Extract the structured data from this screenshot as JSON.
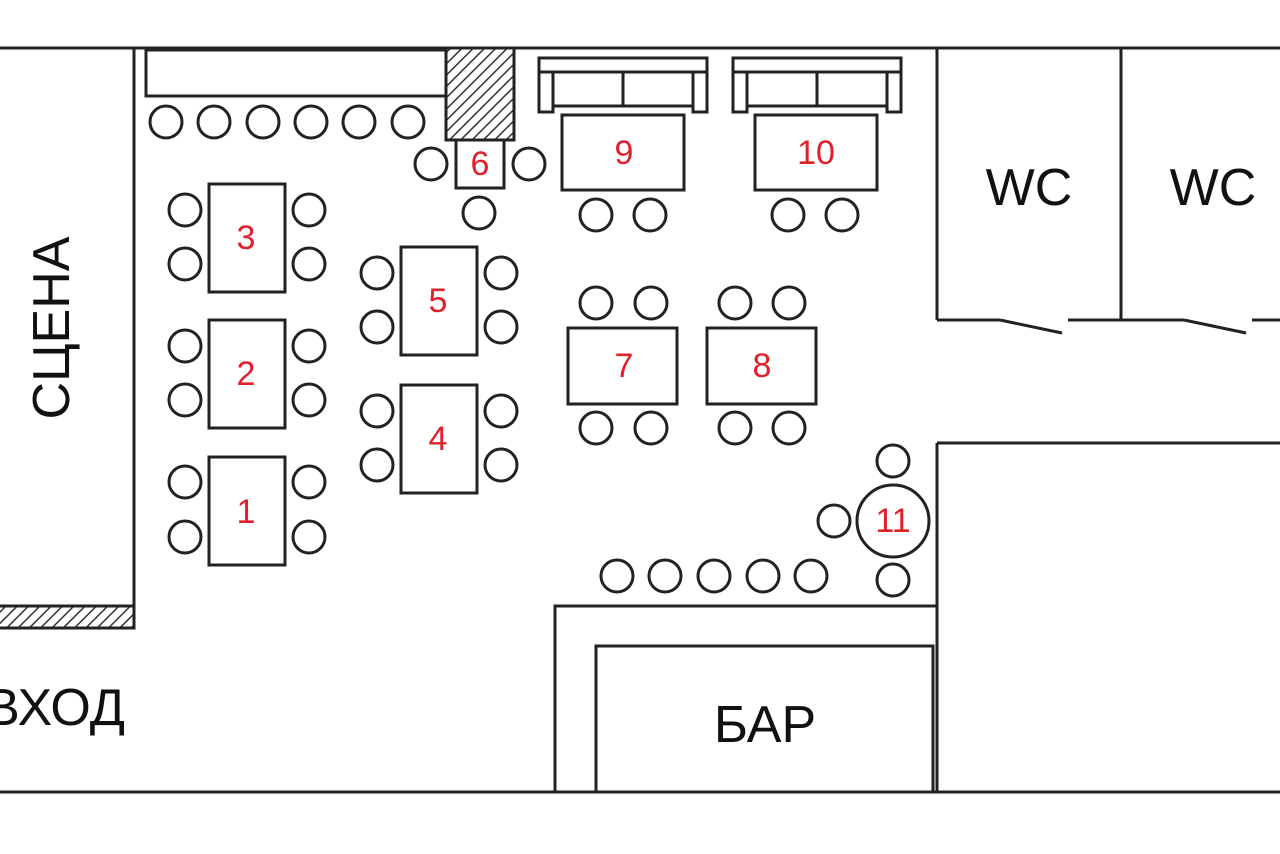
{
  "labels": {
    "stage": "СЦЕНА",
    "entrance": "ВХОД",
    "bar": "БАР",
    "wc_left": "WC",
    "wc_right": "WC"
  },
  "tables": [
    {
      "number": "1"
    },
    {
      "number": "2"
    },
    {
      "number": "3"
    },
    {
      "number": "4"
    },
    {
      "number": "5"
    },
    {
      "number": "6"
    },
    {
      "number": "7"
    },
    {
      "number": "8"
    },
    {
      "number": "9"
    },
    {
      "number": "10"
    },
    {
      "number": "11"
    }
  ],
  "colors": {
    "line": "#222222",
    "table_number": "#e0202a",
    "background": "#ffffff"
  }
}
